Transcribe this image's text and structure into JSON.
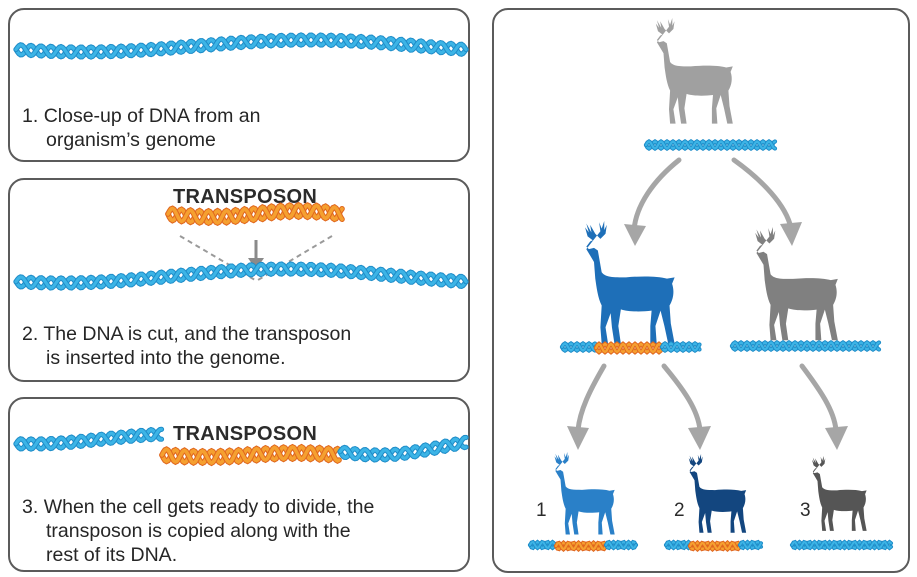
{
  "steps": [
    {
      "number": "1.",
      "line1": "Close-up of DNA from an",
      "line2": "organism’s genome"
    },
    {
      "number": "2.",
      "line1": "The DNA is cut, and the transposon",
      "line2": "is inserted into the genome.",
      "label": "TRANSPOSON"
    },
    {
      "number": "3.",
      "line1": "When the cell gets ready to divide, the",
      "line2": "transposon is copied along with the",
      "line3": "rest of its DNA.",
      "label": "TRANSPOSON"
    }
  ],
  "lineage": {
    "descendant_labels": [
      "1",
      "2",
      "3"
    ]
  },
  "colors": {
    "dna": "#3cb4e6",
    "dna_dark": "#1e8cc8",
    "transposon": "#f5a030",
    "transposon_dark": "#e0661e",
    "deer_parent": "#a0a0a0",
    "deer_blue": "#1e6fb8",
    "deer_gray": "#808080",
    "deer_desc1": "#2a80c8",
    "deer_desc2": "#13467f",
    "deer_desc3": "#555555",
    "arrow": "#a6a6a6",
    "panel_border": "#5b5b5b"
  }
}
